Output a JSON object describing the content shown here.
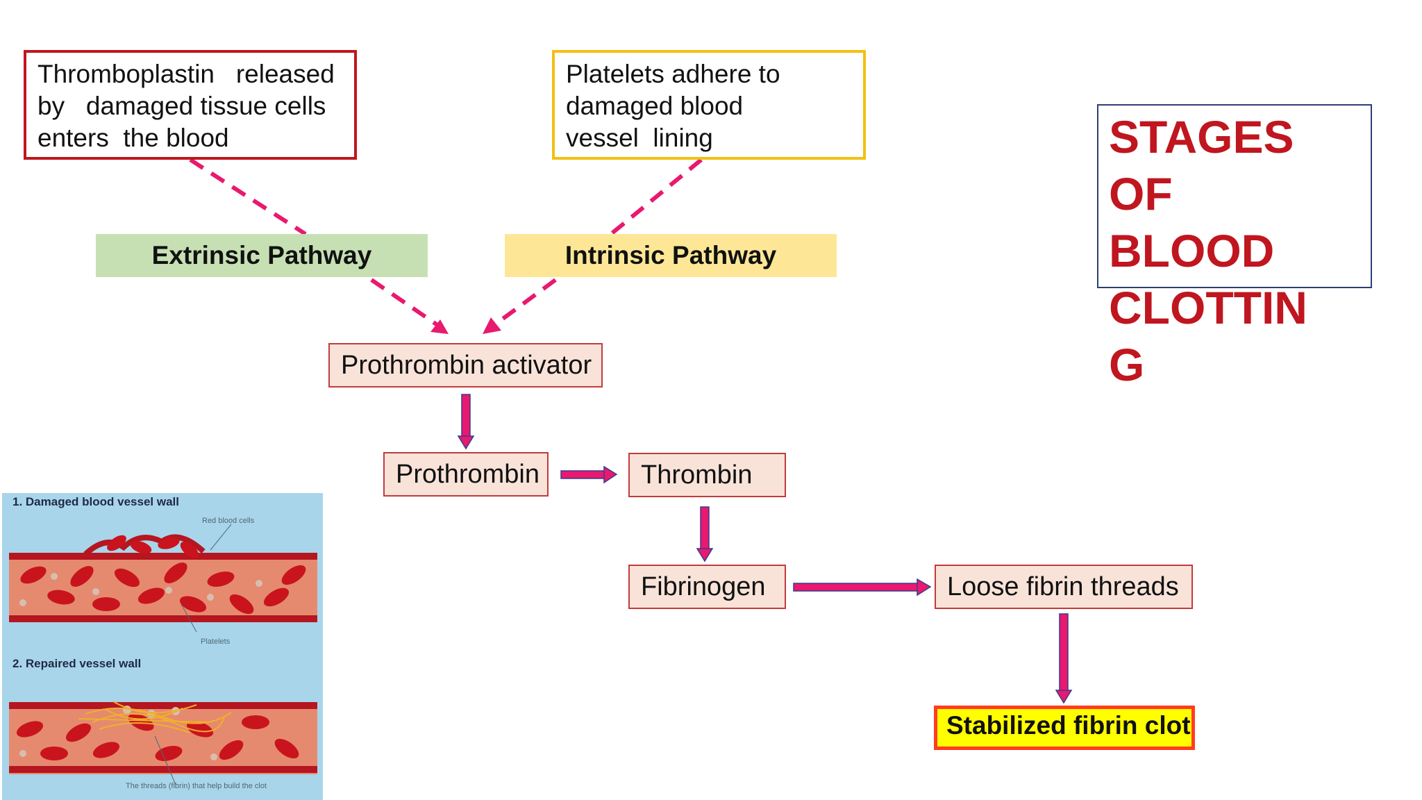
{
  "title": {
    "lines": [
      "STAGES",
      "OF",
      "BLOOD",
      "CLOTTIN",
      "G"
    ]
  },
  "sources": {
    "thromboplastin": {
      "lines": [
        "Thromboplastin   released",
        "by   damaged tissue cells",
        "enters  the blood"
      ]
    },
    "platelets": {
      "lines": [
        "Platelets adhere to",
        "damaged blood",
        "vessel  lining"
      ]
    }
  },
  "pathways": {
    "extrinsic": "Extrinsic Pathway",
    "intrinsic": "Intrinsic Pathway"
  },
  "nodes": {
    "prothrombin_activator": "Prothrombin activator",
    "prothrombin": "Prothrombin",
    "thrombin": "Thrombin",
    "fibrinogen": "Fibrinogen",
    "loose_fibrin": "Loose fibrin threads",
    "stabilized": "Stabilized fibrin clot"
  },
  "illustration": {
    "panel1_label": "1. Damaged blood vessel wall",
    "panel1_rbc_label": "Red blood cells",
    "panel1_platelets_label": "Platelets",
    "panel2_label": "2. Repaired vessel wall",
    "panel2_threads_label": "The threads (fibrin) that help build the clot"
  },
  "colors": {
    "title_red": "#c0161f",
    "thromboplastin_border": "#c0161f",
    "platelets_border": "#f2c012",
    "extrinsic_fill": "#c6e0b4",
    "intrinsic_fill": "#fde796",
    "node_fill": "#f9e3d9",
    "arrow_pink": "#e8196e",
    "arrow_outline": "#3b3b8f",
    "stabilized_fill": "#ffff00",
    "stabilized_border": "#ff3d1f"
  }
}
